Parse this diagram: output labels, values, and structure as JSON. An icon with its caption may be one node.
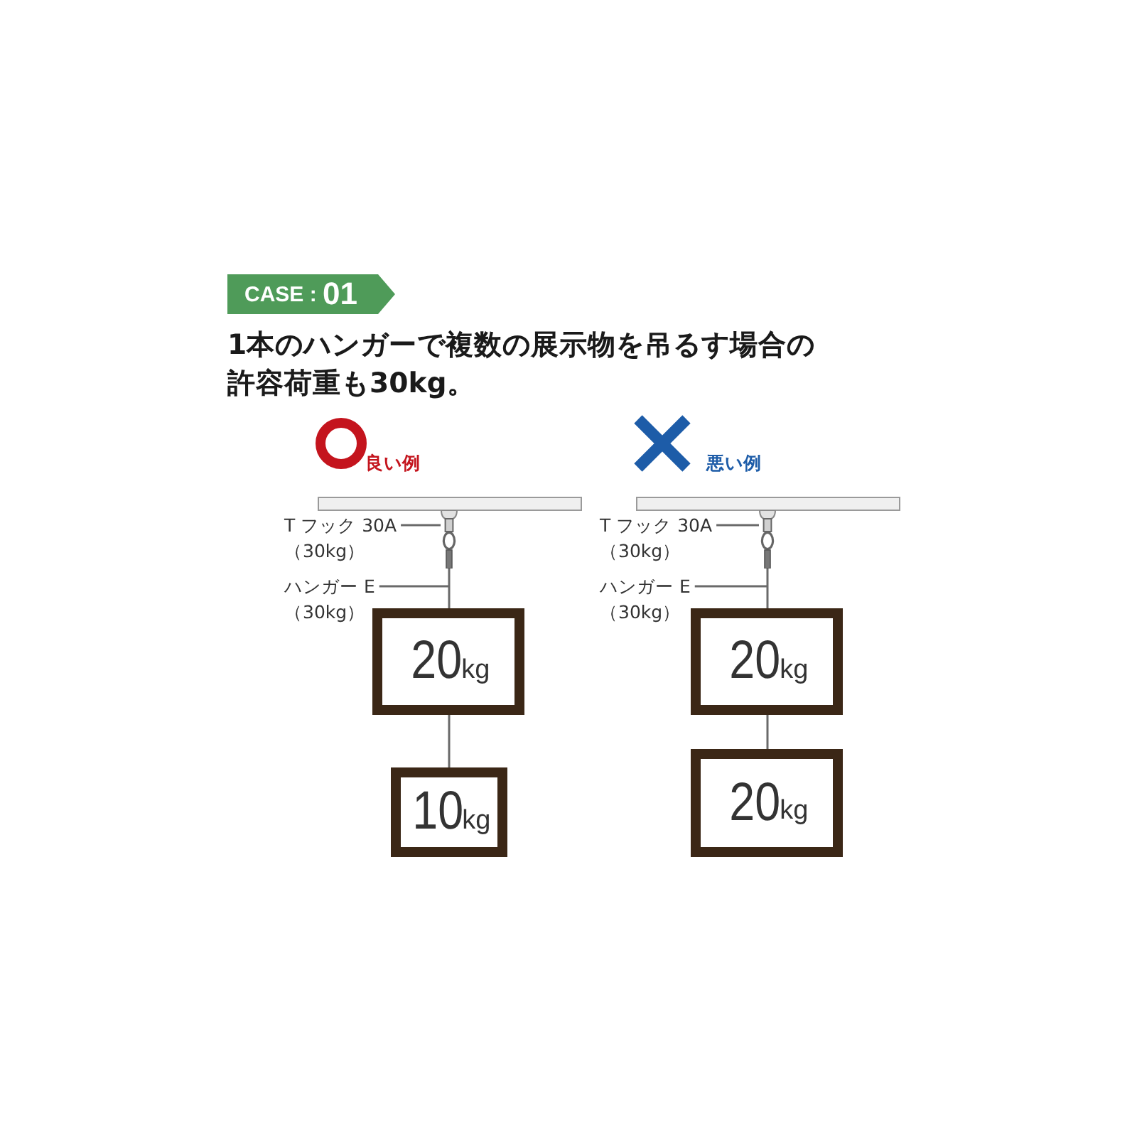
{
  "diagram": {
    "title": "1本のハンガーで複数の展示物を吊るす場合の許容荷重も30kg。",
    "nodes": [
      {
        "text": [
          "CASE : 01"
        ]
      },
      {
        "text": [
          "T フック 30A",
          "（30kg）"
        ]
      },
      {
        "text": [],
        "shape": "picture"
      },
      {
        "text": [
          "ハンガー E",
          "（30kg）"
        ]
      },
      {
        "text": [
          "20kg"
        ]
      },
      {
        "text": [
          "10kg"
        ]
      },
      {
        "text": [
          "T フック 30A",
          "（30kg）"
        ]
      },
      {
        "text": [],
        "shape": "picture"
      },
      {
        "text": [
          "ハンガー E",
          "（30kg）"
        ]
      },
      {
        "text": [
          "20kg"
        ]
      },
      {
        "text": [
          "20kg"
        ]
      }
    ],
    "edges": [
      {
        "from": 1,
        "to": 2,
        "arrow": "none"
      },
      {
        "from": 3,
        "to": null,
        "arrow": "none"
      },
      {
        "from": 2,
        "to": 4,
        "arrow": "none"
      },
      {
        "from": 4,
        "to": 5,
        "arrow": "none"
      },
      {
        "from": 6,
        "to": 7,
        "arrow": "none"
      },
      {
        "from": 8,
        "to": null,
        "arrow": "none"
      },
      {
        "from": 7,
        "to": 9,
        "arrow": "none"
      },
      {
        "from": 9,
        "to": 10,
        "arrow": "none"
      }
    ],
    "labels": [
      "良い例",
      "悪い例"
    ]
  }
}
